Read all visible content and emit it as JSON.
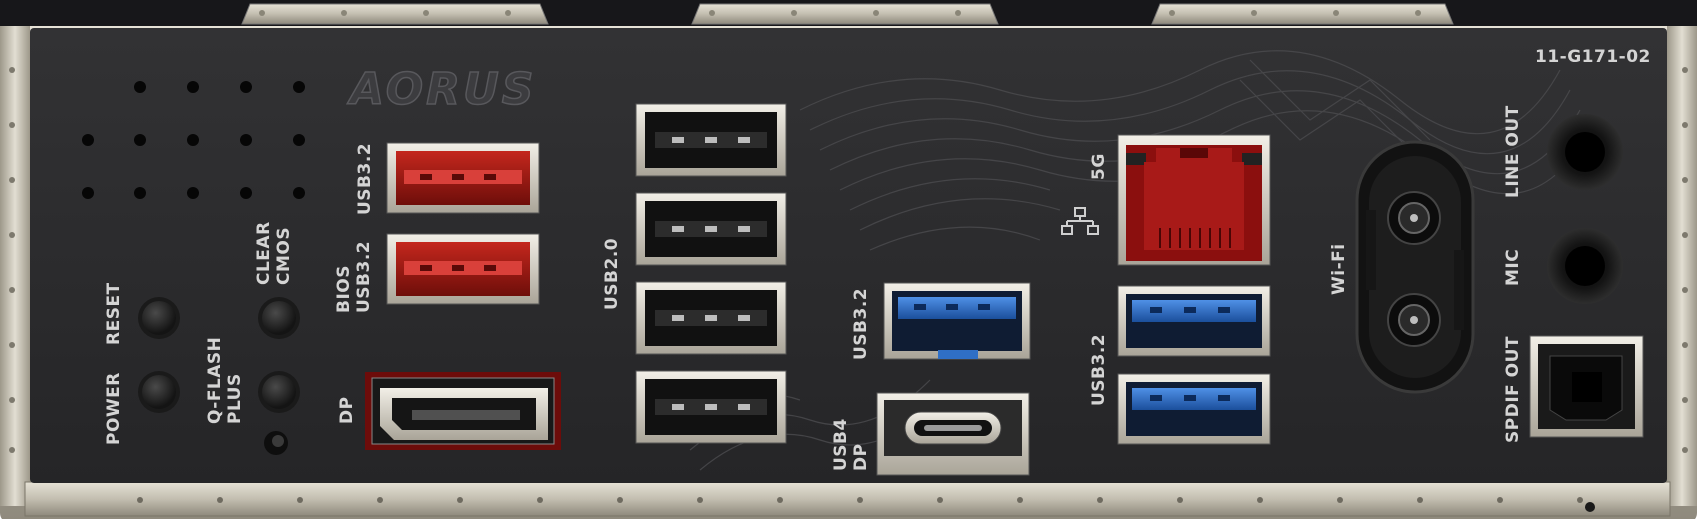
{
  "panel": {
    "brand_text": "AORUS",
    "part_number": "11-G171-02"
  },
  "labels": {
    "power": "POWER",
    "reset": "RESET",
    "qflash_line1": "Q-FLASH",
    "qflash_line2": "PLUS",
    "clear_line1": "CLEAR",
    "clear_line2": "CMOS",
    "usb32_top": "USB3.2",
    "bios_line1": "BIOS",
    "bios_line2": "USB3.2",
    "dp": "DP",
    "usb20": "USB2.0",
    "usb32_blue": "USB3.2",
    "usb4_line1": "USB4",
    "usb4_line2": "DP",
    "lan_speed": "5G",
    "usb32_right": "USB3.2",
    "wifi": "Wi-Fi",
    "line_out": "LINE OUT",
    "mic": "MIC",
    "spdif_out": "SPDIF OUT"
  },
  "icons": {
    "network": "network-icon"
  },
  "colors": {
    "panel": "#2c2c2e",
    "metal": "#c7c2b4",
    "usb_red": "#a01a14",
    "usb_blue": "#2f6fc6",
    "lan_red": "#9a1212"
  }
}
